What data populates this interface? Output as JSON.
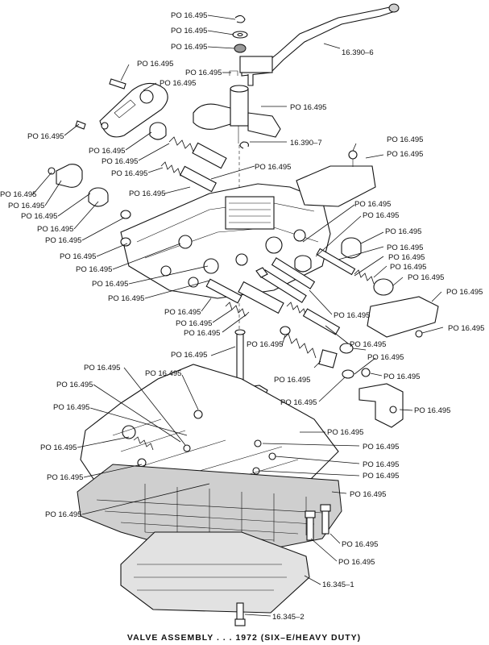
{
  "caption": "VALVE ASSEMBLY . . . 1972 (SIX–E/HEAVY DUTY)",
  "callouts": [
    "PO 16.495",
    "PO 16.495",
    "PO 16.495",
    "16.390–6",
    "PO 16.495",
    "PO 16.495",
    "PO 16.495",
    "PO 16.495",
    "16.390–7",
    "PO 16.495",
    "PO 16.495",
    "PO 16.495",
    "PO 16.495",
    "PO 16.495",
    "PO 16.495",
    "PO 16.495",
    "PO 16.495",
    "PO 16.495",
    "PO 16.495",
    "PO 16.495",
    "PO 16.495",
    "PO 16.495",
    "PO 16.495",
    "PO 16.495",
    "PO 16.495",
    "PO 16.495",
    "PO 16.495",
    "PO 16.495",
    "PO 16.495",
    "PO 16.495",
    "PO 16.495",
    "PO 16.495",
    "PO 16.495",
    "PO 16.495",
    "PO 16.495",
    "PO 16.495",
    "PO 16.495",
    "PO 16.495",
    "PO 16.495",
    "PO 16.495",
    "PO 16.495",
    "PO 16.495",
    "PO 16.495",
    "PO 16.495",
    "PO 16.495",
    "PO 16.495",
    "PO 16.495",
    "PO 16.495",
    "PO 16.495",
    "PO 16.495",
    "PO 16.495",
    "PO 16.495",
    "PO 16.495",
    "PO 16.495",
    "PO 16.495",
    "PO 16.495",
    "PO 16.495",
    "PO 16.495",
    "PO 16.495",
    "PO 16.495",
    "PO 16.495",
    "16.345–1",
    "16.345–2"
  ]
}
